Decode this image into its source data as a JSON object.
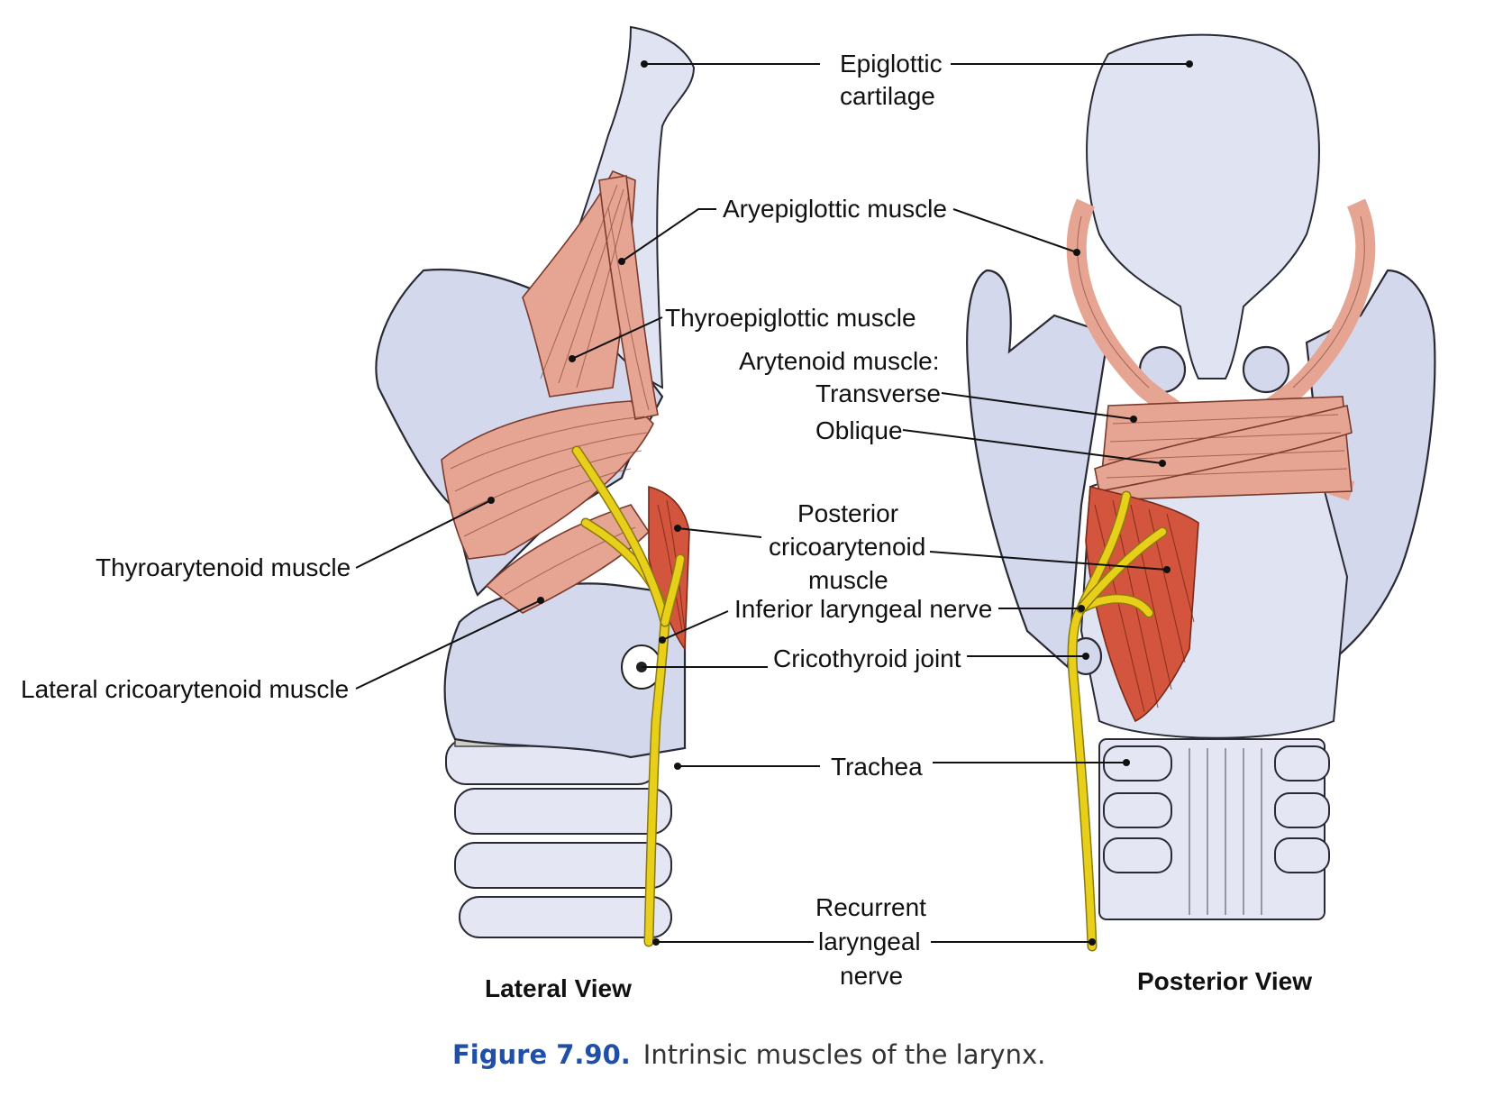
{
  "labels": {
    "epiglottic": [
      "Epiglottic",
      "cartilage"
    ],
    "aryepiglottic": "Aryepiglottic muscle",
    "thyroepiglottic": "Thyroepiglottic muscle",
    "arytenoid_heading": "Arytenoid muscle:",
    "transverse": "Transverse",
    "oblique": "Oblique",
    "posterior_crico": [
      "Posterior",
      "cricoarytenoid",
      "muscle"
    ],
    "inferior_laryngeal": "Inferior laryngeal nerve",
    "cricothyroid_joint": "Cricothyroid joint",
    "trachea": "Trachea",
    "recurrent": [
      "Recurrent",
      "laryngeal",
      "nerve"
    ],
    "thyroarytenoid": "Thyroarytenoid muscle",
    "lateral_crico": "Lateral cricoarytenoid muscle"
  },
  "views": {
    "lateral": "Lateral View",
    "posterior": "Posterior View"
  },
  "caption": {
    "number": "Figure 7.90.",
    "text": "Intrinsic muscles of the larynx.",
    "number_color": "#1f4fa8"
  },
  "colors": {
    "cartilage": "#d3d8ec",
    "muscle": "#e6a493",
    "muscle_dark": "#d4553d",
    "nerve": "#e8cf1a"
  }
}
